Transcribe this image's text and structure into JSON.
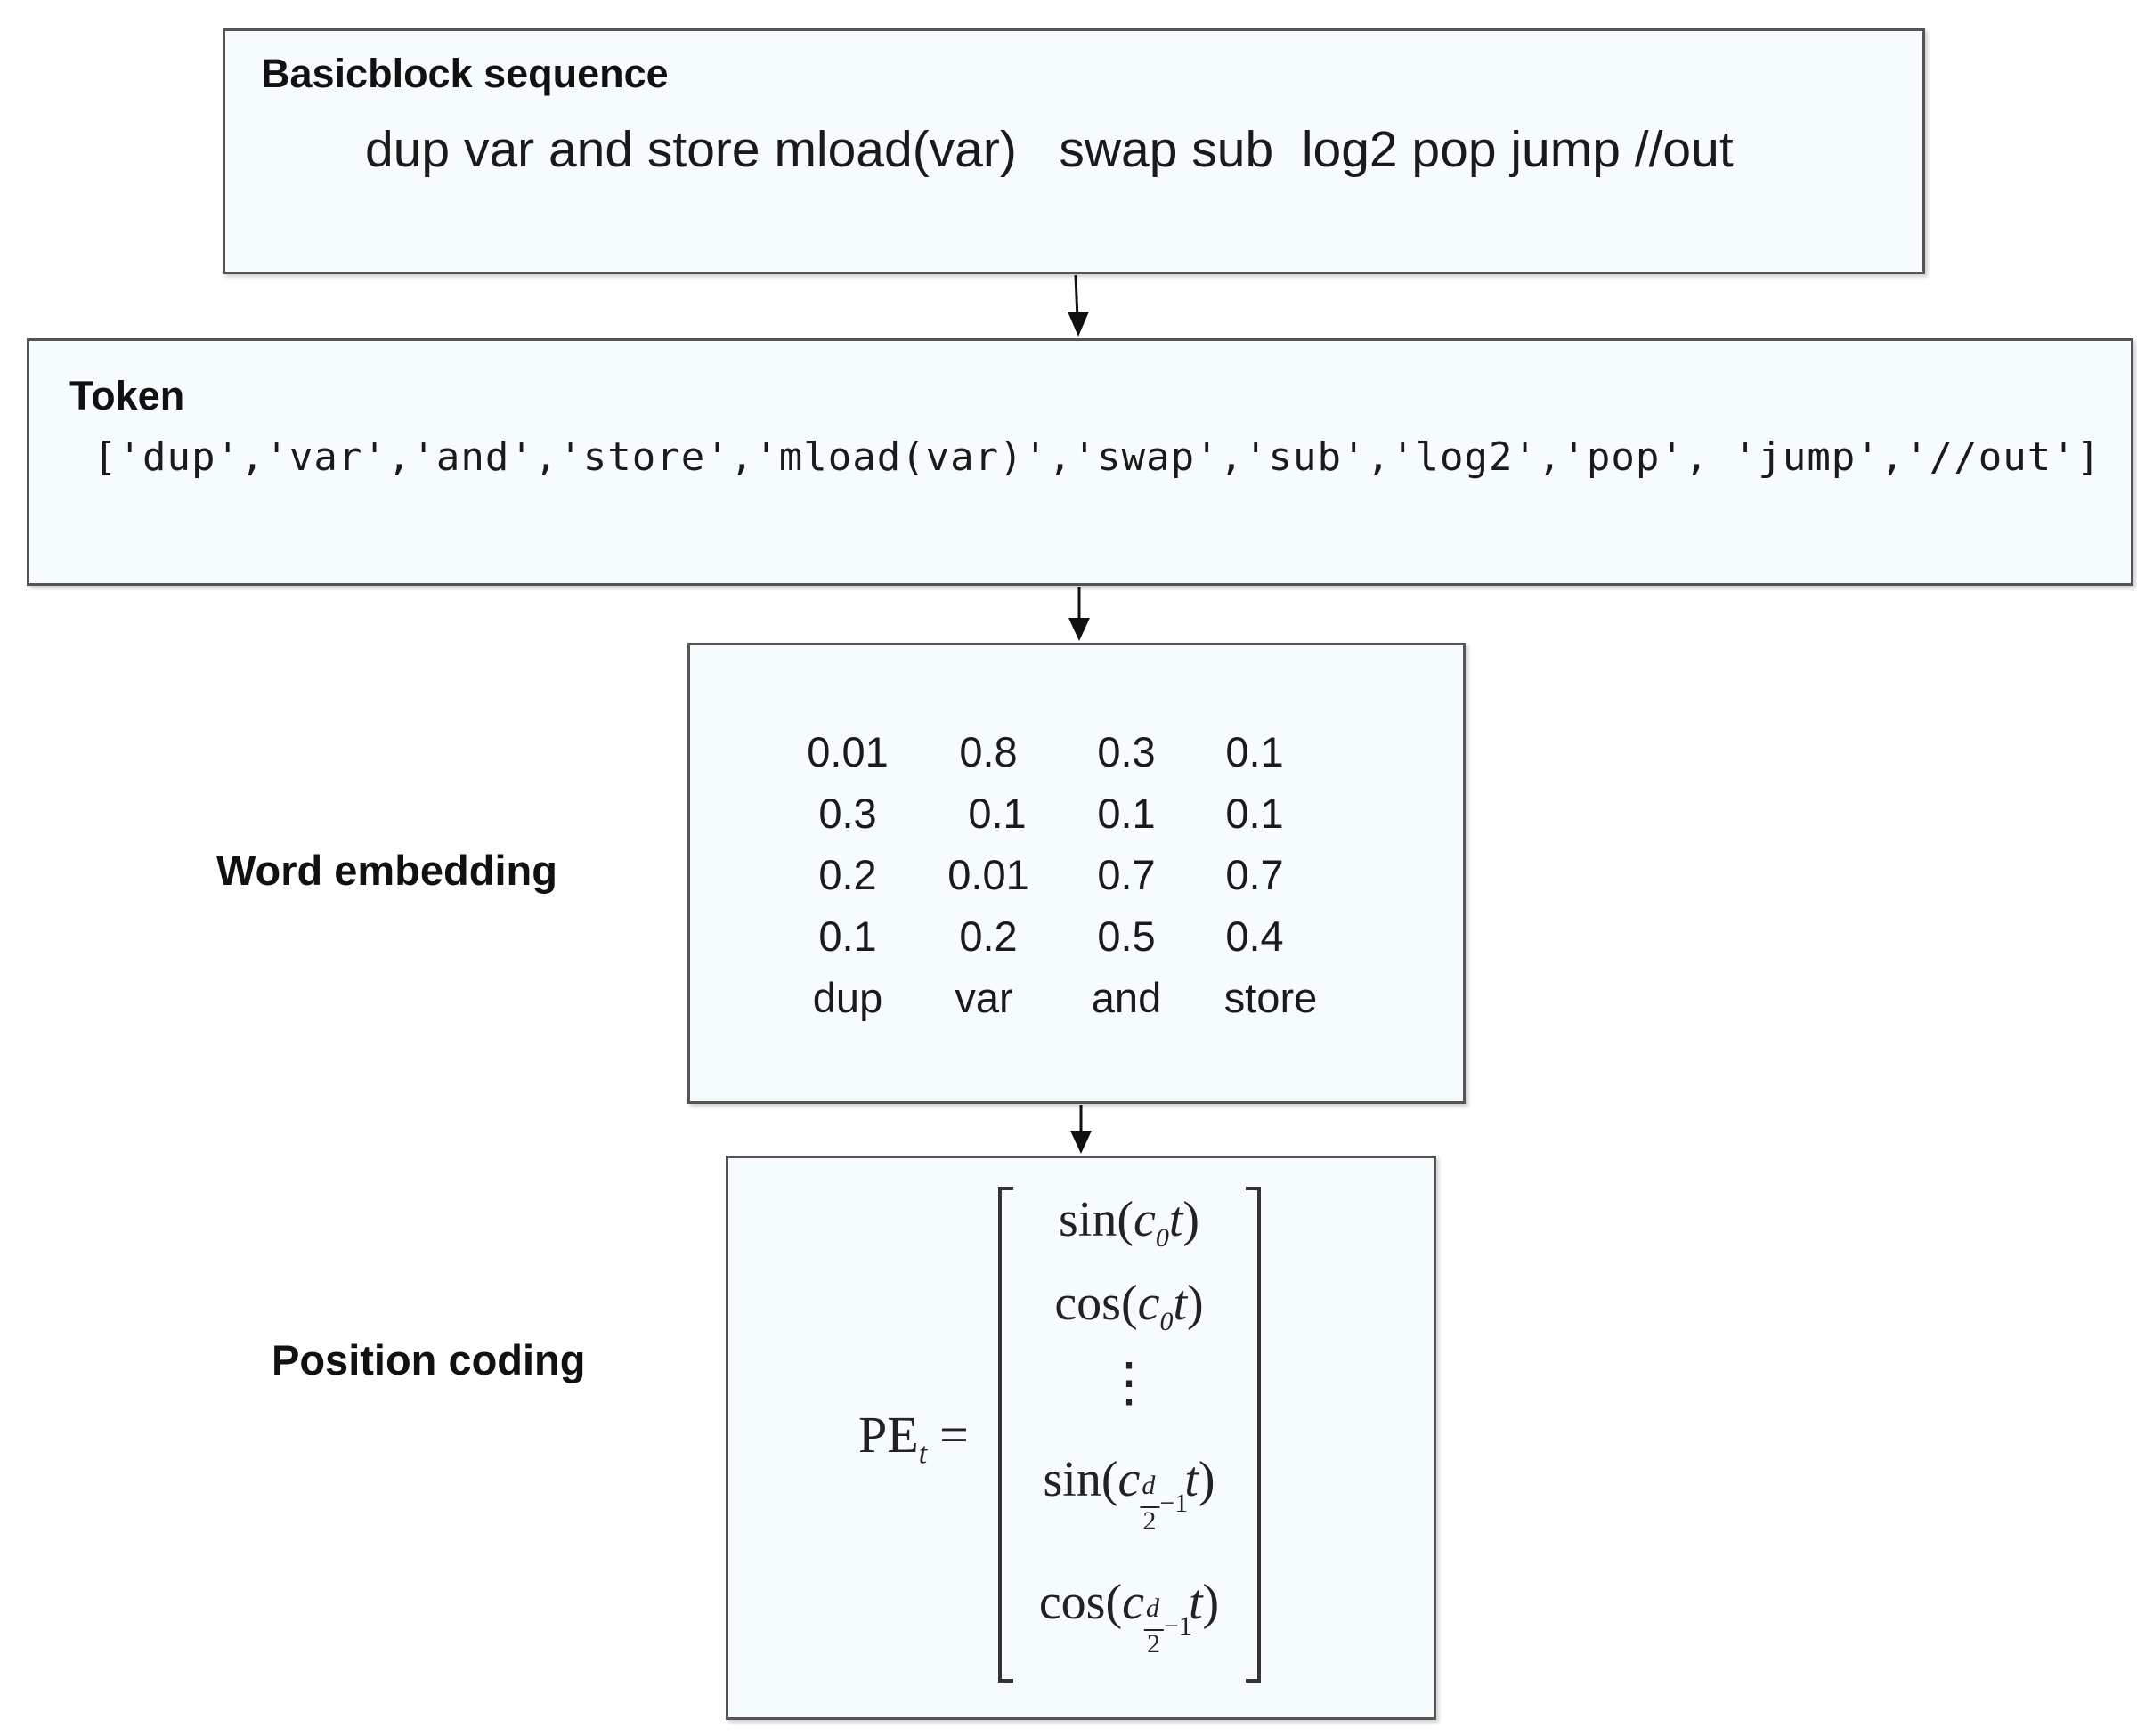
{
  "basicblock": {
    "title": "Basicblock sequence",
    "sequence": "dup var and store mload(var)   swap sub  log2 pop jump //out"
  },
  "token": {
    "title": "Token",
    "list": "['dup','var','and','store','mload(var)','swap','sub','log2','pop', 'jump','//out']"
  },
  "word_embedding": {
    "label": "Word embedding",
    "rows": [
      [
        "0.01",
        "0.8",
        "0.3",
        "0.1"
      ],
      [
        "0.3",
        "0.1",
        "0.1",
        "0.1"
      ],
      [
        "0.2",
        "0.01",
        "0.7",
        "0.7"
      ],
      [
        "0.1",
        "0.2",
        "0.5",
        "0.4"
      ]
    ],
    "words": [
      "dup",
      "var",
      "and",
      "store"
    ]
  },
  "position_coding": {
    "label": "Position coding",
    "lhs_base": "PE",
    "lhs_sub": "t",
    "equals": "=",
    "func_sin": "sin(",
    "func_cos": "cos(",
    "coef": "c",
    "sub_zero": "0",
    "var_t": "t",
    "close": ")",
    "dots": "⋮",
    "frac_num": "d",
    "frac_den": "2",
    "minus_one": "−1"
  }
}
